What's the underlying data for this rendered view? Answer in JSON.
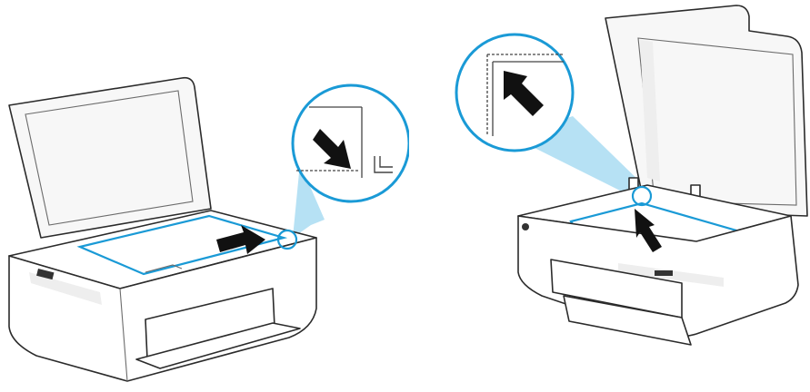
{
  "figure": {
    "panels": [
      {
        "name": "left",
        "pointer": "arrow-down-right",
        "callout": "corner-guide-zoom"
      },
      {
        "name": "right",
        "pointer": "arrow-up-left",
        "callout": "corner-guide-zoom"
      }
    ]
  },
  "colors": {
    "accent": "#1a9ad6",
    "callout_fill": "#a9dcf2",
    "outline": "#2b2b2b",
    "background": "#ffffff"
  },
  "icons": [
    "printer-illustration",
    "arrow-icon",
    "corner-guide-icon",
    "magnifier-callout"
  ]
}
